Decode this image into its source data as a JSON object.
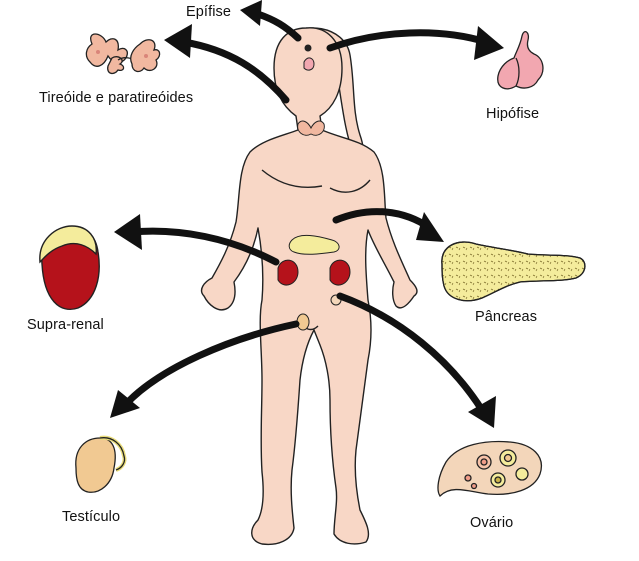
{
  "labels": {
    "epifise": "Epífise",
    "tireoide": "Tireóide e paratireóides",
    "hipofise": "Hipófise",
    "supra_renal": "Supra-renal",
    "pancreas": "Pâncreas",
    "testiculo": "Testículo",
    "ovario": "Ovário"
  },
  "colors": {
    "skin": "#f8d7c6",
    "outline": "#222222",
    "arrow": "#111111",
    "adrenal": "#b5121b",
    "pancreas": "#f4ec9c",
    "thyroid": "#f1b8a0",
    "pituitary": "#f2a7b0",
    "testis": "#f1c992",
    "ovary": "#f3d6ba"
  },
  "icons": [
    "thyroid-icon",
    "pituitary-icon",
    "adrenal-icon",
    "pancreas-icon",
    "testis-icon",
    "ovary-icon"
  ]
}
